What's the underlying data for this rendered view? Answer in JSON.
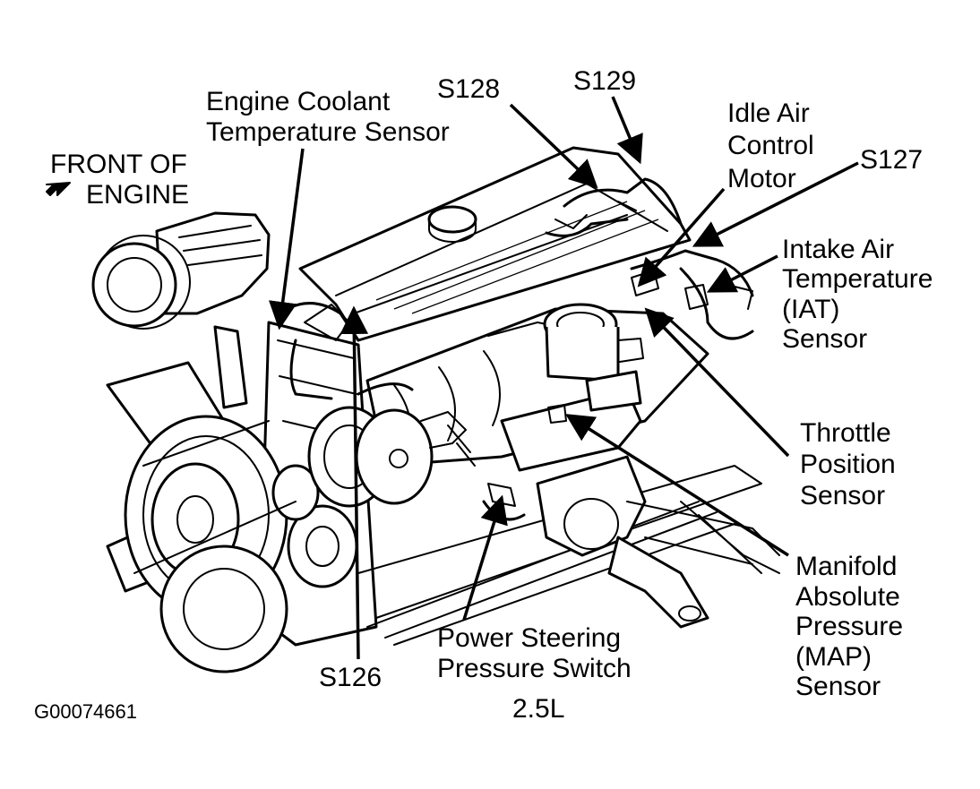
{
  "labels": {
    "engine_coolant_temperature_sensor": [
      "Engine Coolant",
      "Temperature Sensor"
    ],
    "front_of_engine": [
      "FRONT OF",
      "ENGINE"
    ],
    "s128": "S128",
    "s129": "S129",
    "idle_air_control_motor": [
      "Idle Air",
      "Control",
      "Motor"
    ],
    "s127": "S127",
    "intake_air_temperature_sensor": [
      "Intake Air",
      "Temperature",
      "(IAT)",
      "Sensor"
    ],
    "throttle_position_sensor": [
      "Throttle",
      "Position",
      "Sensor"
    ],
    "manifold_absolute_pressure_sensor": [
      "Manifold",
      "Absolute",
      "Pressure",
      "(MAP)",
      "Sensor"
    ],
    "power_steering_pressure_switch": [
      "Power Steering",
      "Pressure Switch"
    ],
    "s126": "S126"
  },
  "engine": "2.5L",
  "figure_id": "G00074661",
  "icons": {
    "front_arrow": "arrow-down-left-icon"
  }
}
